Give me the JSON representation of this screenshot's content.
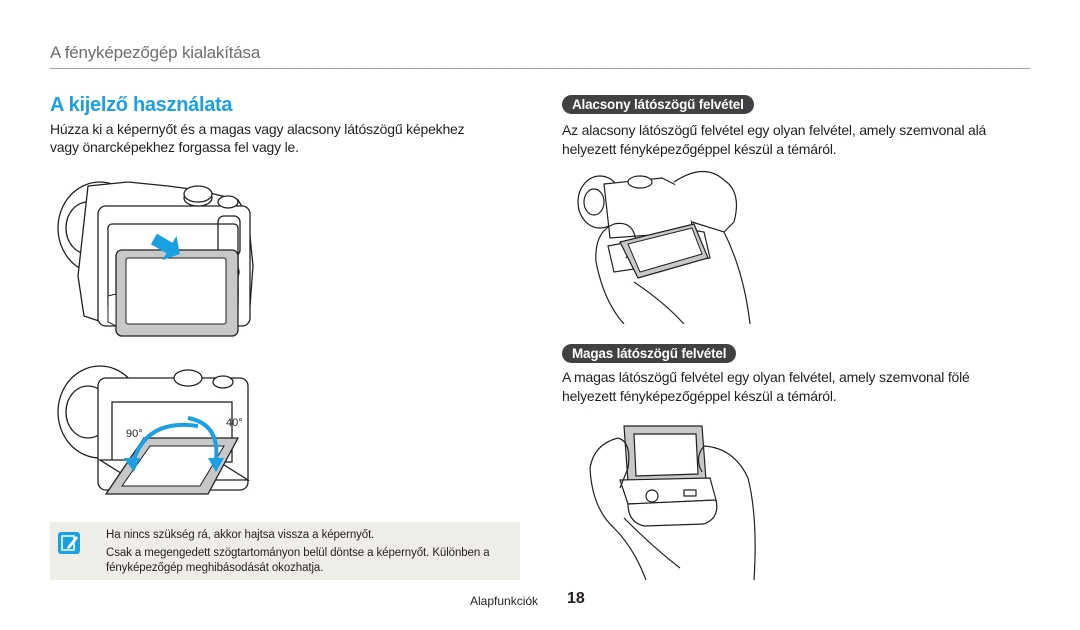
{
  "header": {
    "section": "A fényképezőgép kialakítása"
  },
  "main": {
    "title": "A kijelző használata",
    "intro": "Húzza ki a képernyőt és a magas vagy alacsony látószögű képekhez vagy önarcképekhez forgassa fel vagy le.",
    "angle_labels": {
      "angle_90": "90°",
      "angle_40": "40°"
    }
  },
  "sections": [
    {
      "title": "Alacsony látószögű felvétel",
      "text": "Az alacsony látószögű felvétel egy olyan felvétel, amely szemvonal alá helyezett fényképezőgéppel készül a témáról."
    },
    {
      "title": "Magas látószögű felvétel",
      "text": "A magas látószögű felvétel egy olyan felvétel, amely szemvonal fölé helyezett fényképezőgéppel készül a témáról."
    }
  ],
  "note": {
    "icon": "pencil-note-icon",
    "items": [
      "Ha nincs szükség rá, akkor hajtsa vissza a képernyőt.",
      "Csak a megengedett szögtartományon belül döntse a képernyőt. Különben a fényképezőgép meghibásodását okozhatja."
    ]
  },
  "footer": {
    "label": "Alapfunkciók",
    "page": "18"
  },
  "colors": {
    "accent": "#1ba0e1",
    "pill_bg": "#414042",
    "note_bg": "#efede8",
    "rule": "#9d9fa2"
  }
}
